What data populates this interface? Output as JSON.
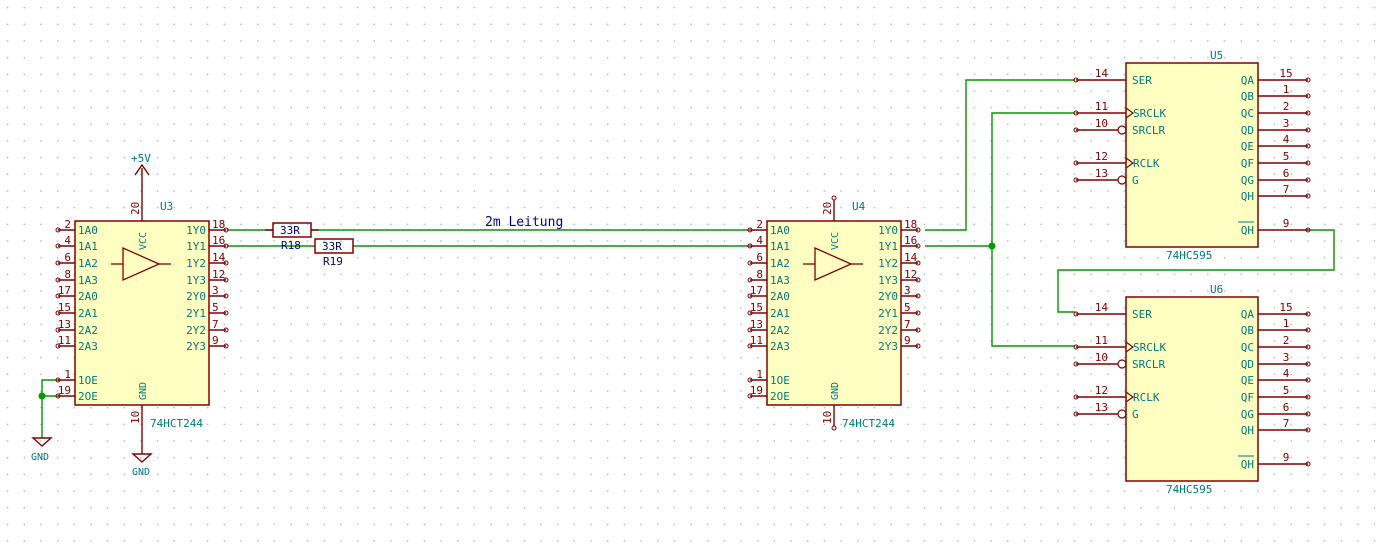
{
  "colors": {
    "background": "#ffffff",
    "grid": "#8a8a8a",
    "component": "#840000",
    "text": "#007b7b",
    "wire": "#009900",
    "net_label": "#000084"
  },
  "net_label": "2m Leitung",
  "u3": {
    "ref": "U3",
    "value": "74HCT244",
    "vcc_label": "VCC",
    "gnd_label": "GND",
    "pins_left": [
      {
        "num": "2",
        "name": "1A0"
      },
      {
        "num": "4",
        "name": "1A1"
      },
      {
        "num": "6",
        "name": "1A2"
      },
      {
        "num": "8",
        "name": "1A3"
      },
      {
        "num": "17",
        "name": "2A0"
      },
      {
        "num": "15",
        "name": "2A1"
      },
      {
        "num": "13",
        "name": "2A2"
      },
      {
        "num": "11",
        "name": "2A3"
      },
      {
        "num": "1",
        "name": "1OE"
      },
      {
        "num": "19",
        "name": "2OE"
      }
    ],
    "pins_right": [
      {
        "num": "18",
        "name": "1Y0"
      },
      {
        "num": "16",
        "name": "1Y1"
      },
      {
        "num": "14",
        "name": "1Y2"
      },
      {
        "num": "12",
        "name": "1Y3"
      },
      {
        "num": "3",
        "name": "2Y0"
      },
      {
        "num": "5",
        "name": "2Y1"
      },
      {
        "num": "7",
        "name": "2Y2"
      },
      {
        "num": "9",
        "name": "2Y3"
      }
    ],
    "pin_top": "20",
    "pin_bottom": "10"
  },
  "u4": {
    "ref": "U4",
    "value": "74HCT244",
    "vcc_label": "VCC",
    "gnd_label": "GND",
    "pins_left": [
      {
        "num": "2",
        "name": "1A0"
      },
      {
        "num": "4",
        "name": "1A1"
      },
      {
        "num": "6",
        "name": "1A2"
      },
      {
        "num": "8",
        "name": "1A3"
      },
      {
        "num": "17",
        "name": "2A0"
      },
      {
        "num": "15",
        "name": "2A1"
      },
      {
        "num": "13",
        "name": "2A2"
      },
      {
        "num": "11",
        "name": "2A3"
      },
      {
        "num": "1",
        "name": "1OE"
      },
      {
        "num": "19",
        "name": "2OE"
      }
    ],
    "pins_right": [
      {
        "num": "18",
        "name": "1Y0"
      },
      {
        "num": "16",
        "name": "1Y1"
      },
      {
        "num": "14",
        "name": "1Y2"
      },
      {
        "num": "12",
        "name": "1Y3"
      },
      {
        "num": "3",
        "name": "2Y0"
      },
      {
        "num": "5",
        "name": "2Y1"
      },
      {
        "num": "7",
        "name": "2Y2"
      },
      {
        "num": "9",
        "name": "2Y3"
      }
    ],
    "pin_top": "20",
    "pin_bottom": "10"
  },
  "u5": {
    "ref": "U5",
    "value": "74HC595",
    "pins_left": [
      {
        "num": "14",
        "name": "SER"
      },
      {
        "num": "11",
        "name": "SRCLK"
      },
      {
        "num": "10",
        "name": "SRCLR"
      },
      {
        "num": "12",
        "name": "RCLK"
      },
      {
        "num": "13",
        "name": "G"
      }
    ],
    "pins_right": [
      {
        "num": "15",
        "name": "QA"
      },
      {
        "num": "1",
        "name": "QB"
      },
      {
        "num": "2",
        "name": "QC"
      },
      {
        "num": "3",
        "name": "QD"
      },
      {
        "num": "4",
        "name": "QE"
      },
      {
        "num": "5",
        "name": "QF"
      },
      {
        "num": "6",
        "name": "QG"
      },
      {
        "num": "7",
        "name": "QH"
      },
      {
        "num": "9",
        "name": "QH"
      }
    ]
  },
  "u6": {
    "ref": "U6",
    "value": "74HC595",
    "pins_left": [
      {
        "num": "14",
        "name": "SER"
      },
      {
        "num": "11",
        "name": "SRCLK"
      },
      {
        "num": "10",
        "name": "SRCLR"
      },
      {
        "num": "12",
        "name": "RCLK"
      },
      {
        "num": "13",
        "name": "G"
      }
    ],
    "pins_right": [
      {
        "num": "15",
        "name": "QA"
      },
      {
        "num": "1",
        "name": "QB"
      },
      {
        "num": "2",
        "name": "QC"
      },
      {
        "num": "3",
        "name": "QD"
      },
      {
        "num": "4",
        "name": "QE"
      },
      {
        "num": "5",
        "name": "QF"
      },
      {
        "num": "6",
        "name": "QG"
      },
      {
        "num": "7",
        "name": "QH"
      },
      {
        "num": "9",
        "name": "QH"
      }
    ]
  },
  "r18": {
    "ref": "R18",
    "value": "33R"
  },
  "r19": {
    "ref": "R19",
    "value": "33R"
  },
  "power": {
    "vcc_label": "+5V",
    "gnd_label_u3": "GND",
    "gnd_label_oe": "GND"
  }
}
